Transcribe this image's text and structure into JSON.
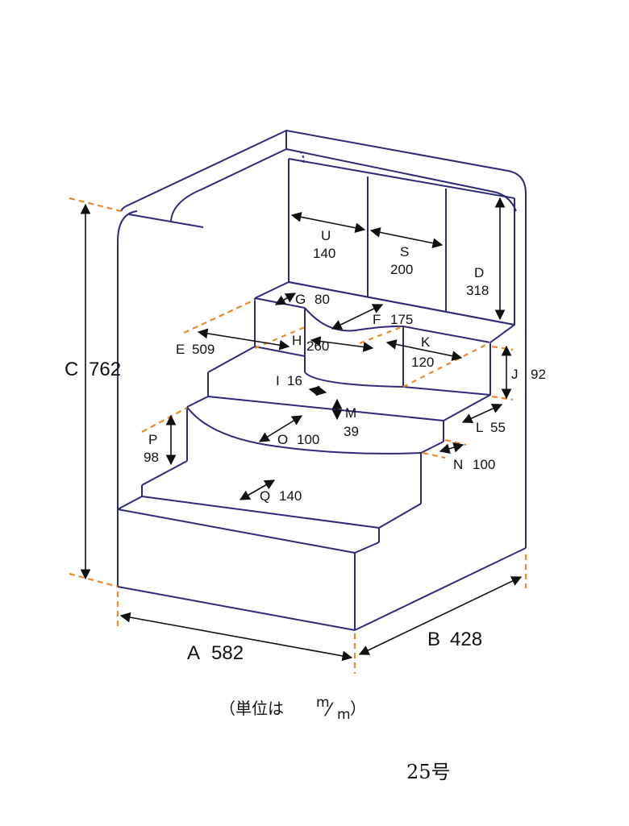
{
  "colors": {
    "outline": "#2e2a78",
    "guide": "#e8892a",
    "arrow": "#111111",
    "text": "#111111"
  },
  "dimensions": {
    "A": {
      "letter": "A",
      "value": "582"
    },
    "B": {
      "letter": "B",
      "value": "428"
    },
    "C": {
      "letter": "C",
      "value": "762"
    },
    "D": {
      "letter": "D",
      "value": "318"
    },
    "E": {
      "letter": "E",
      "value": "509"
    },
    "F": {
      "letter": "F",
      "value": "175"
    },
    "G": {
      "letter": "G",
      "value": "80"
    },
    "H": {
      "letter": "H",
      "value": "260"
    },
    "I": {
      "letter": "I",
      "value": "16"
    },
    "J": {
      "letter": "J",
      "value": "92"
    },
    "K": {
      "letter": "K",
      "value": "120"
    },
    "L": {
      "letter": "L",
      "value": "55"
    },
    "M": {
      "letter": "M",
      "value": "39"
    },
    "N": {
      "letter": "N",
      "value": "100"
    },
    "O": {
      "letter": "O",
      "value": "100"
    },
    "P": {
      "letter": "P",
      "value": "98"
    },
    "Q": {
      "letter": "Q",
      "value": "140"
    },
    "S": {
      "letter": "S",
      "value": "200"
    },
    "U": {
      "letter": "U",
      "value": "140"
    }
  },
  "unit_note": {
    "prefix": "（単位は",
    "num": "m",
    "slash": "⁄",
    "den": "m",
    "suffix": "）"
  },
  "model_label": "25号"
}
